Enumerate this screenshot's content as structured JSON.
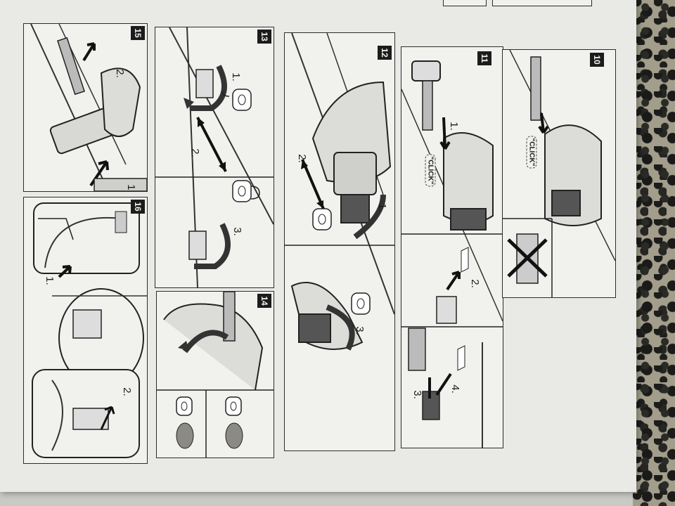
{
  "page": {
    "background_color": "#e9e9e6",
    "ink_color": "#1c1c1c"
  },
  "panels": [
    {
      "number": "10",
      "steps": [],
      "callouts": [
        "\"CLICK\""
      ],
      "icons": [
        "hose-gun-assembly-icon",
        "crossed-out-connector-icon"
      ]
    },
    {
      "number": "11",
      "steps": [
        "1.",
        "2.",
        "3.",
        "4."
      ],
      "callouts": [
        "\"CLICK\""
      ],
      "icons": [
        "hose-connector-icon",
        "clip-icon"
      ]
    },
    {
      "number": "12",
      "steps": [
        "1.",
        "2.",
        "3."
      ],
      "callouts": [],
      "icons": [
        "unlocked-padlock-icon",
        "locked-padlock-icon",
        "rotate-arrow-icon"
      ]
    },
    {
      "number": "13",
      "steps": [
        "1.",
        "2.",
        "3."
      ],
      "callouts": [],
      "icons": [
        "unlocked-padlock-icon",
        "locked-padlock-icon",
        "rotate-arrow-icon"
      ]
    },
    {
      "number": "14",
      "steps": [],
      "callouts": [],
      "icons": [
        "locked-padlock-icon",
        "unlocked-padlock-icon",
        "rotate-arrow-icon"
      ]
    },
    {
      "number": "15",
      "steps": [
        "1.",
        "2."
      ],
      "callouts": [],
      "icons": [
        "pull-arrow-icon"
      ]
    },
    {
      "number": "16",
      "steps": [
        "1.",
        "2."
      ],
      "callouts": [],
      "icons": [
        "hose-reel-icon"
      ]
    }
  ]
}
